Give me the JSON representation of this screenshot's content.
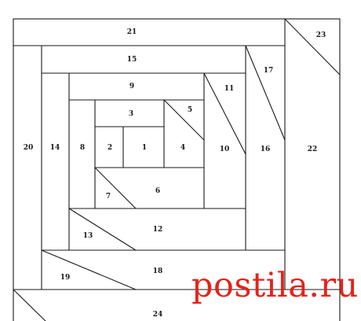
{
  "diagram": {
    "type": "log-cabin quilt block pattern",
    "line_color": "#1a1a1a",
    "background": "#ffffff",
    "pieces": [
      "1",
      "2",
      "3",
      "4",
      "5",
      "6",
      "7",
      "8",
      "9",
      "10",
      "11",
      "12",
      "13",
      "14",
      "15",
      "16",
      "17",
      "18",
      "19",
      "20",
      "21",
      "22",
      "23",
      "24"
    ]
  },
  "watermark": {
    "text": "postila.ru",
    "color": "#e5231a"
  }
}
